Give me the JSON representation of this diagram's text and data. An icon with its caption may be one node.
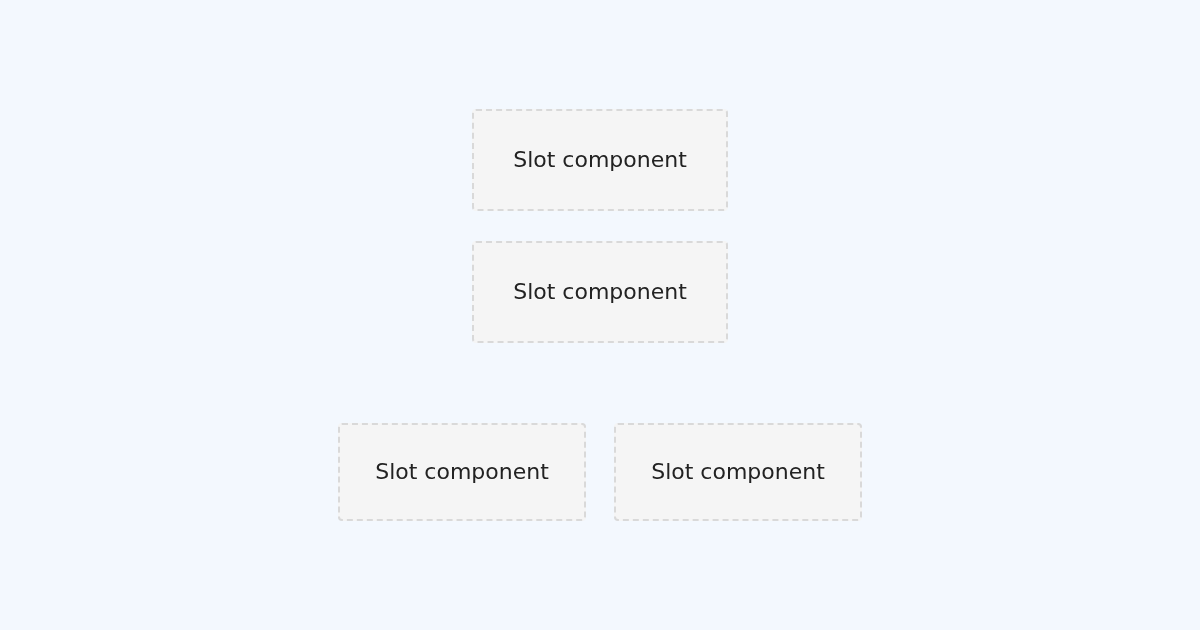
{
  "diagram": {
    "nodes": [
      {
        "text": [
          "Slot component"
        ]
      },
      {
        "text": [
          "Slot component"
        ]
      },
      {
        "text": [
          "Slot component"
        ]
      },
      {
        "text": [
          "Slot component"
        ]
      }
    ]
  }
}
